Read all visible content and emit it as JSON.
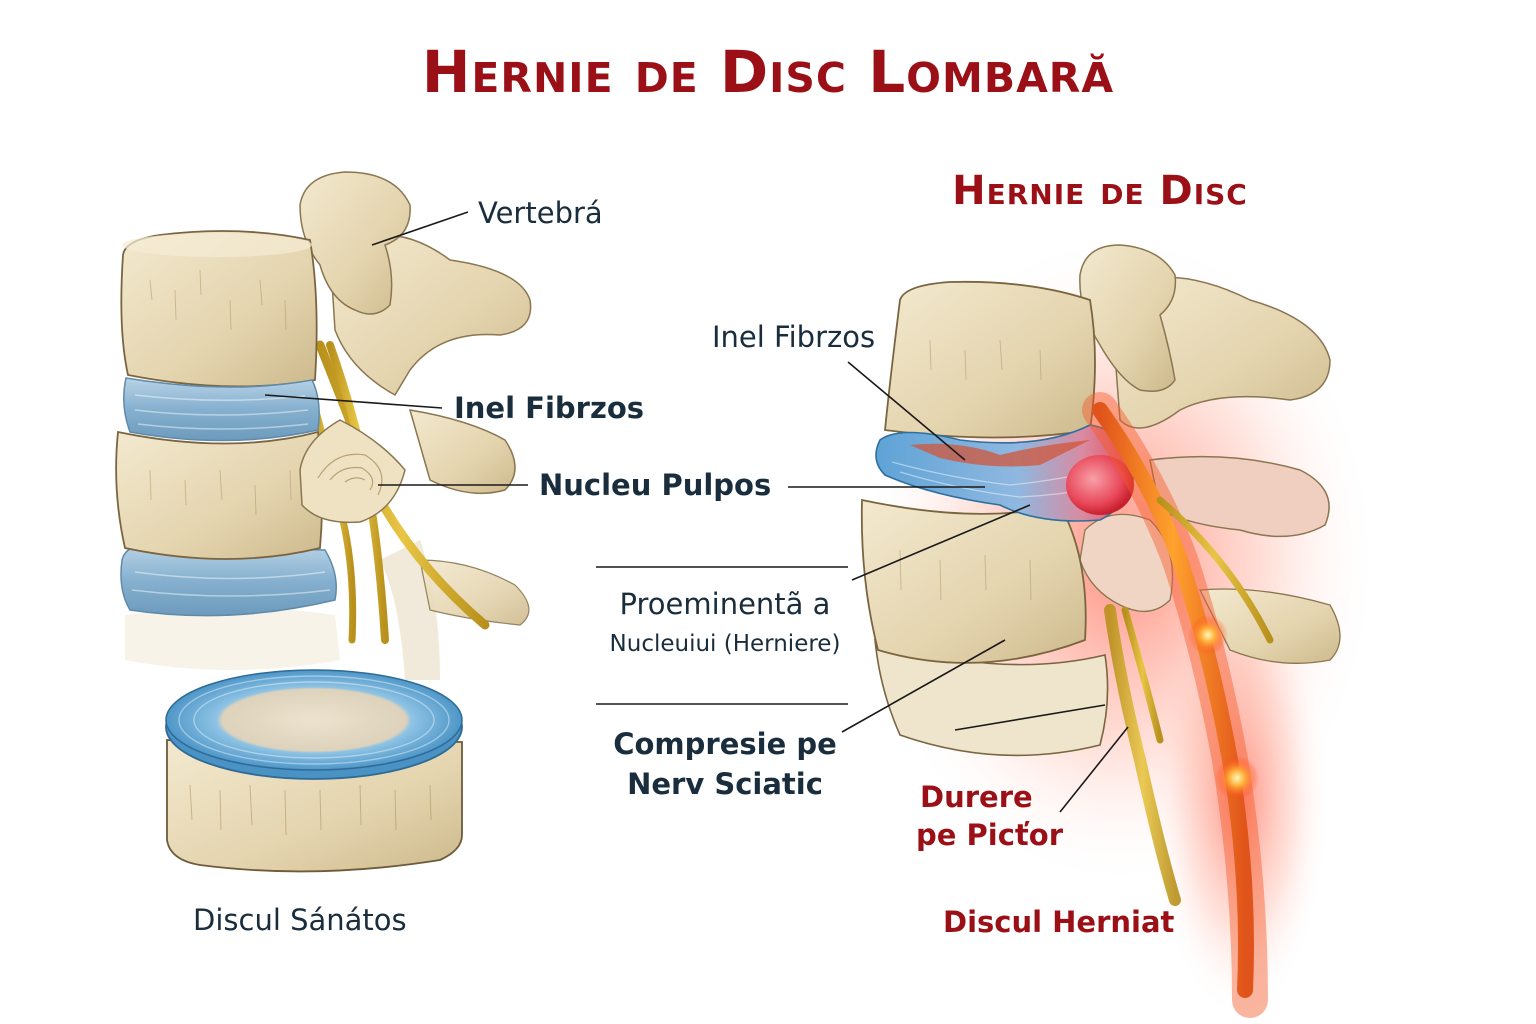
{
  "title": "Hernie de Disc Lombară",
  "right_panel": {
    "heading": "Hernie de Disc",
    "caption": "Discul Herniat"
  },
  "left_panel": {
    "caption": "Discul Sánátos"
  },
  "labels": {
    "vertebra": "Vertebrá",
    "inel_fibrzos_left": "Inel Fibrzos",
    "nucleu_pulpos": "Nucleu Pulpos",
    "inel_fibrzos_right": "Inel Fibrzos",
    "proeminenta_line1": "Proeminentã a",
    "proeminenta_line2": "Nucleuiui (Herniere)",
    "compresie_line1": "Compresie pe",
    "compresie_line2": "Nerv Sciatic",
    "durere_line1": "Durere",
    "durere_line2": "pe Picťor"
  },
  "colors": {
    "title_red": "#9b1016",
    "label_navy": "#1a2d3d",
    "bone": "#eadcb8",
    "disc_blue": "#8fb8d4",
    "nerve_yellow": "#d9b233",
    "inflamed_red": "#e8321e"
  }
}
